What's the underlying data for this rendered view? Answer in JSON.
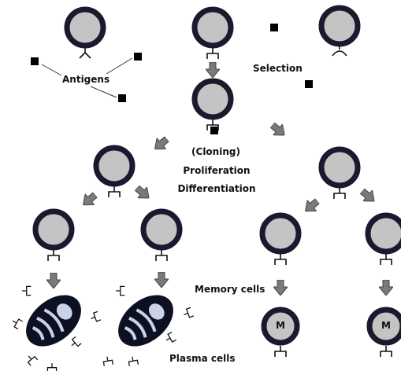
{
  "labels": {
    "antigens": "Antigens",
    "selection": "Selection",
    "cloning": "(Cloning)",
    "proliferation": "Proliferation",
    "differentiation": "Differentiation",
    "memory_cells": "Memory cells",
    "plasma_cells": "Plasma cells",
    "memory_marker": "M"
  },
  "colors": {
    "cell_outline": "#1a1a2e",
    "cell_fill": "#c4c4c4",
    "arrow_fill": "#7a7a7a",
    "plasma_dark": "#0d1020",
    "plasma_light": "#c9d2e8"
  }
}
